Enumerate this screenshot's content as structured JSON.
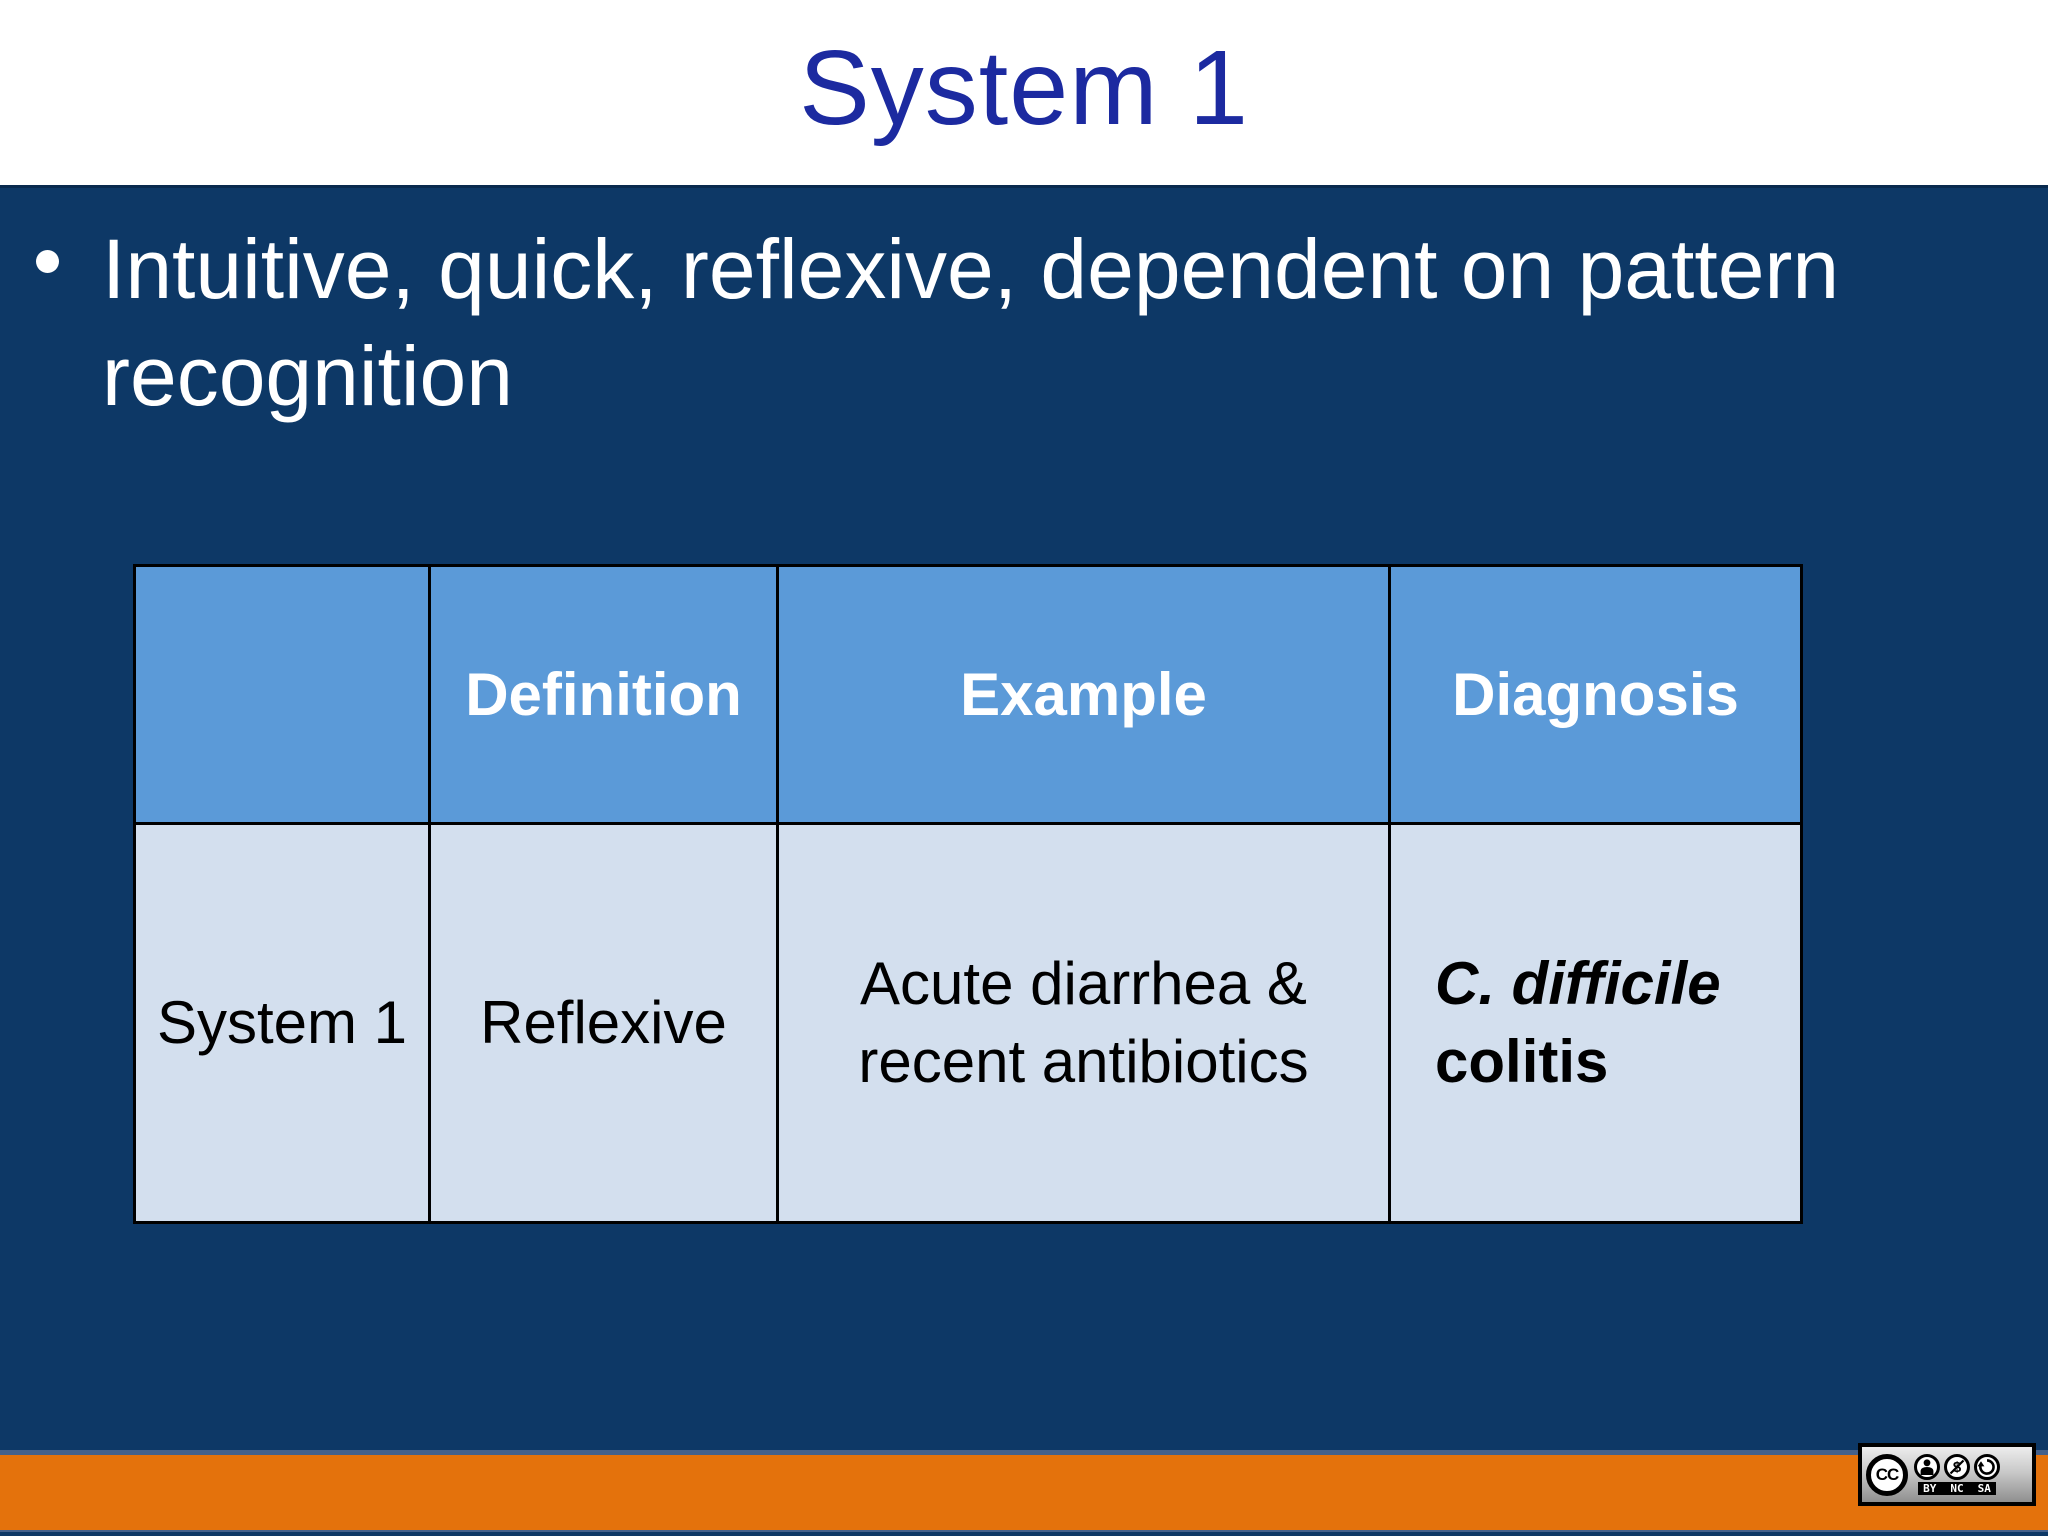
{
  "slide": {
    "title": "System 1",
    "bullet": {
      "lines": [
        "Intuitive, quick, reflexive, dependent on pattern",
        "recognition"
      ]
    },
    "table": {
      "headers": [
        "",
        "Definition",
        "Example",
        "Diagnosis"
      ],
      "row": {
        "label": "System 1",
        "definition": "Reflexive",
        "example_lines": [
          "Acute diarrhea &",
          "recent antibiotics"
        ],
        "diagnosis": {
          "italic_part": "C. difficile",
          "normal_part": "colitis"
        }
      }
    },
    "footer": {
      "license_badge": {
        "cc_label": "CC",
        "terms": [
          "BY",
          "NC",
          "SA"
        ]
      }
    },
    "colors": {
      "background_navy": "#0D3866",
      "title_blue": "#1C2AA0",
      "header_cell_blue": "#5B9AD8",
      "body_cell_blue": "#D3DFEE",
      "accent_orange": "#E4720C",
      "table_border": "#000000",
      "separator_line": "#44618C",
      "bullet_text_white": "#FFFFFF"
    }
  }
}
